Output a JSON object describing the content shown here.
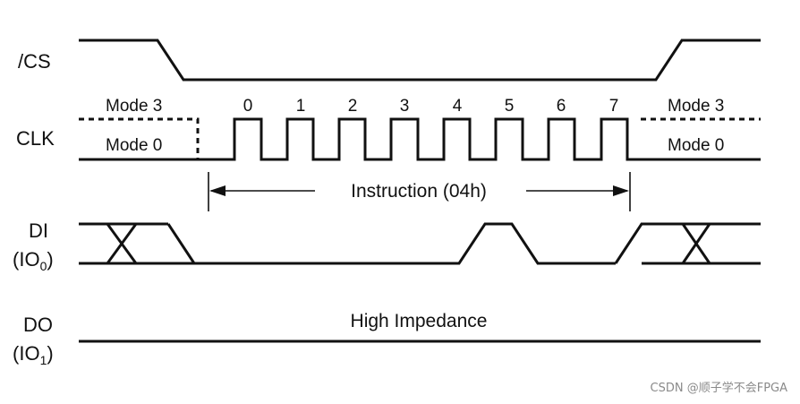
{
  "signals": {
    "cs": "/CS",
    "clk": "CLK",
    "di": {
      "name": "DI",
      "sub_prefix": "(IO",
      "sub_index": "0",
      "sub_suffix": ")"
    },
    "do": {
      "name": "DO",
      "sub_prefix": "(IO",
      "sub_index": "1",
      "sub_suffix": ")"
    }
  },
  "clk_modes": {
    "left_top": "Mode 3",
    "left_bottom": "Mode 0",
    "right_top": "Mode 3",
    "right_bottom": "Mode 0"
  },
  "clock_indices": [
    "0",
    "1",
    "2",
    "3",
    "4",
    "5",
    "6",
    "7"
  ],
  "instruction_label": "Instruction (04h)",
  "do_state": "High Impedance",
  "watermark": "CSDN @顺子学不会FPGA"
}
